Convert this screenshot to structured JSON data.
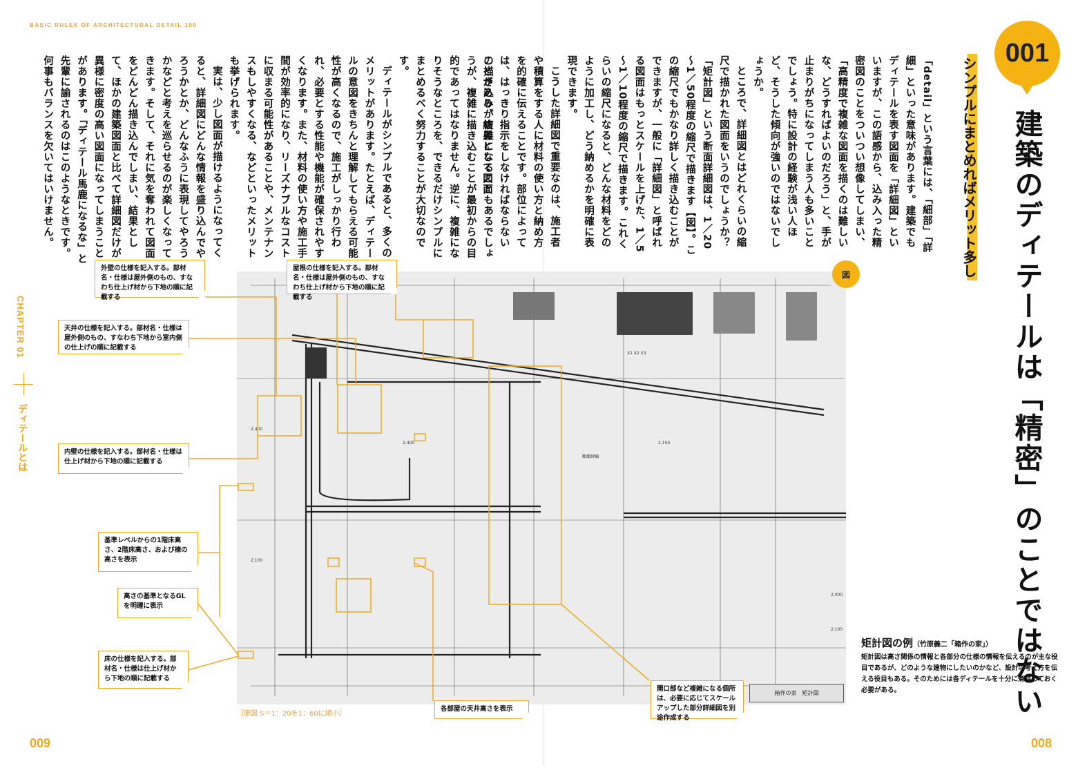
{
  "running_head": "BASIC RULES OF ARCHITECTURAL DETAIL 100",
  "page_numbers": {
    "left": "009",
    "right": "008"
  },
  "chapter": {
    "en": "CHAPTER 01",
    "ja": "ディテールとは"
  },
  "heading": {
    "number": "001",
    "title": "建築のディテールは「精密」のことではない",
    "subtitle": "シンプルにまとめればメリット多し"
  },
  "body_right": [
    "「detail」という言葉には、「細部」「詳細」といった意味があります。建築でもディテールを表す図面を「詳細図」といいますが、この語感から、込み入った精密図のことをついつい想像してしまい、「高精度で複雑な図面を描くのは難しいな、どうすればよいのだろう」と、手が止まりがちになってしまう人も多いことでしょう。特に設計の経験が浅い人ほど、そうした傾向が強いのではないでしょうか。",
    "ところで、詳細図とはどれくらいの縮尺で描かれた図面をいうのでしょうか？「矩計図」という断面詳細図は、1／20～1／50程度の縮尺で描きます【図】。この縮尺でもかなり詳しく描き込むことができますが、一般に「詳細図」と呼ばれる図面はもっとスケールを上げた、1／5～1／10程度の縮尺で描きます。これくらいの縮尺になると、どんな材料をどのように加工し、どう納めるかを明確に表現できます。",
    "こうした詳細図で重要なのは、施工者や積算をする人に材料の使い方と納め方を的確に伝えることです。部位によっては、はっきり指示をしなければならないことがあり、結果として図面"
  ],
  "fig_ref": "図",
  "body_left": [
    "の描き込みが複雑になることもあるでしょうが、複雑に描き込むことが最初からの目的であってはなりません。逆に、複雑になりそうなところを、できるだけシンプルにまとめるべく努力することが大切なのです。",
    "ディテールがシンプルであると、多くのメリットがあります。たとえば、ディテールの意図をきちんと理解してもらえる可能性が高くなるので、施工がしっかり行われ、必要とする性能や機能が確保されやすくなります。また、材料の使い方や施工手間が効率的になり、リーズナブルなコストに収まる可能性があることや、メンテナンスもしやすくなる、などといったメリットも挙げられます。",
    "実は、少し図面が描けるようになってくると、詳細図にどんな情報を盛り込んでやろうかとか、どんなふうに表現してやろうかなどと考えを巡らせるのが楽しくなってきます。そして、それに気を奪われて図面をどんどん描き込んでしまい、結果として、ほかの建築図面と比べて詳細図だけが異様に密度の高い図面になってしまうことがあります。「ディテール馬鹿になるな」と先輩に諭されるのはこのようなときです。何事もバランスを欠いてはいけません。"
  ],
  "figure": {
    "badge": "図",
    "scale_note": "［原図 S＝1：20を1：60に縮小］",
    "title_block": "箱作の家　矩計図",
    "callouts": {
      "exterior_wall": "外壁の仕様を記入する。部材名・仕様は屋外側のもの、すなわち仕上げ材から下地の順に記載する",
      "roof": "屋根の仕様を記入する。部材名・仕様は屋外側のもの、すなわち仕上げ材から下地の順に記載する",
      "ceiling": "天井の仕様を記入する。部材名・仕様は屋外側のもの、すなわち下地から室内側の仕上げの順に記載する",
      "interior_wall": "内壁の仕様を記入する。部材名・仕様は仕上げ材から下地の順に記載する",
      "levels": "基準レベルからの1階床高さ、2階床高さ、および棟の高さを表示",
      "gl": "高さの基準となるGLを明確に表示",
      "floor": "床の仕様を記入する。部材名・仕様は仕上げ材から下地の順に記載する",
      "room_ceiling": "各部屋の天井高さを表示",
      "openings": "開口部など複雑になる個所は、必要に応じてスケールアップした部分詳細図を別途作成する"
    }
  },
  "caption": {
    "title": "矩計図の例",
    "author": "（竹原義二「箱作の家」）",
    "text": "矩計図は高さ関係の情報と各部分の仕様の情報を伝えるのが主な役目であるが、どのような建物にしたいのかなど、設計の考え方を伝える役目もある。そのためには各ディテールを十分に煮詰めておく必要がある。"
  },
  "colors": {
    "accent": "#f5b313",
    "text": "#111111",
    "drawing_bg": "#ececec"
  }
}
